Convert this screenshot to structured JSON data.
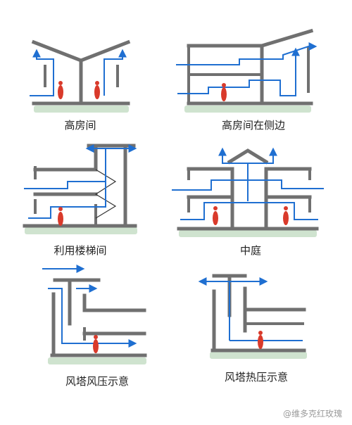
{
  "panels": [
    {
      "caption": "高房间"
    },
    {
      "caption": "高房间在侧边"
    },
    {
      "caption": "利用楼梯间"
    },
    {
      "caption": "中庭"
    },
    {
      "caption": "风塔风压示意"
    },
    {
      "caption": "风塔热压示意"
    }
  ],
  "watermark": "@维多克红玫瑰",
  "colors": {
    "wall": "#707070",
    "airflow": "#1f6fd1",
    "person": "#d93a2b",
    "ground": "#cfe3cf"
  }
}
